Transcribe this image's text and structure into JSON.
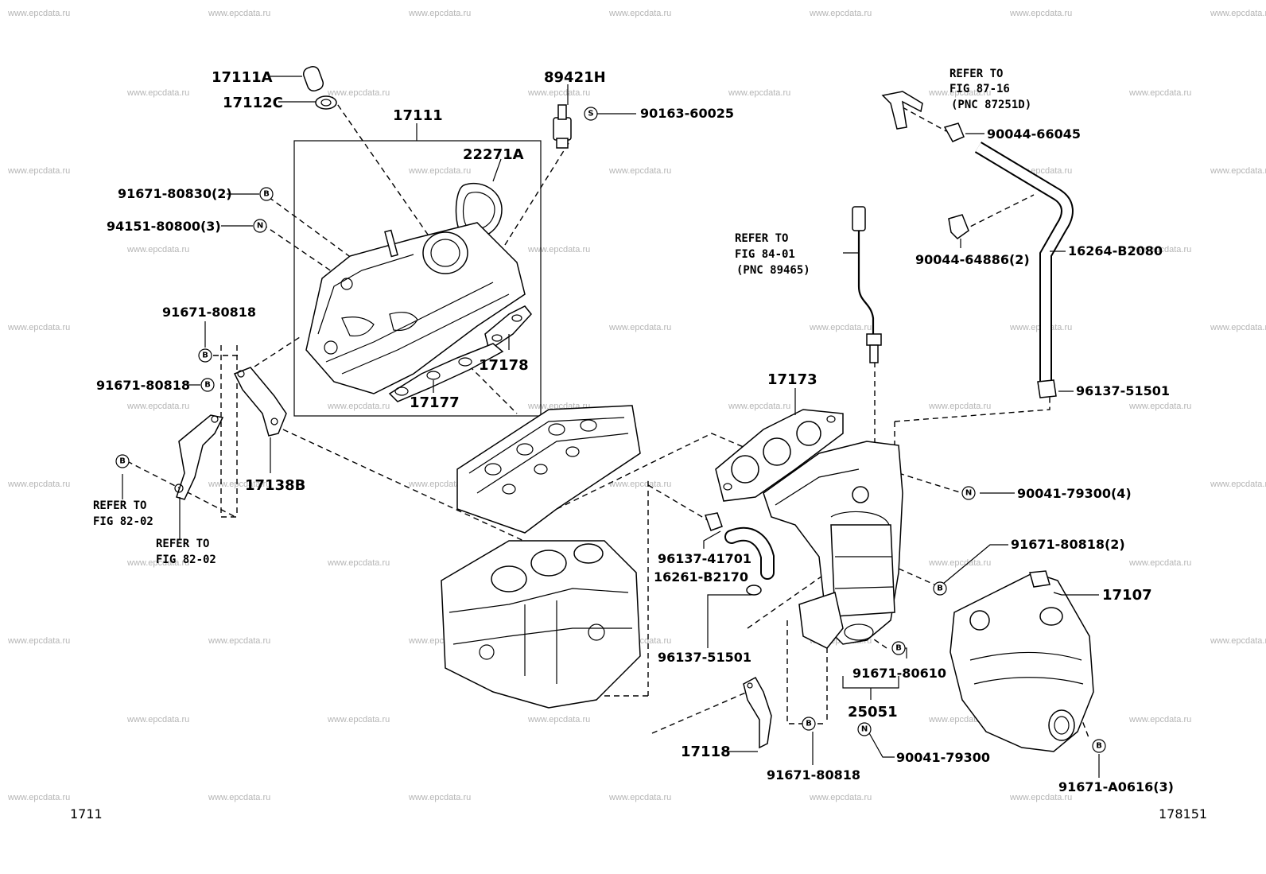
{
  "watermark": "www.epcdata.ru",
  "footer": {
    "left_code": "1711",
    "right_code": "178151"
  },
  "labels": {
    "p17111A": "17111A",
    "p17112C": "17112C",
    "p17111": "17111",
    "p22271A": "22271A",
    "p89421H": "89421H",
    "p90163": "90163-60025",
    "p91671_80830": "91671-80830(2)",
    "p94151": "94151-80800(3)",
    "p91671_80818_a": "91671-80818",
    "p91671_80818_b": "91671-80818",
    "p17178": "17178",
    "p17177": "17177",
    "p17138B": "17138B",
    "p17173": "17173",
    "p90044_66045": "90044-66045",
    "p90044_64886": "90044-64886(2)",
    "p16264": "16264-B2080",
    "p96137_51501_a": "96137-51501",
    "p90041_79300_4": "90041-79300(4)",
    "p91671_80818_2": "91671-80818(2)",
    "p17107": "17107",
    "p96137_41701": "96137-41701",
    "p16261": "16261-B2170",
    "p96137_51501_b": "96137-51501",
    "p91671_80610": "91671-80610",
    "p25051": "25051",
    "p17118": "17118",
    "p91671_80818_c": "91671-80818",
    "p90041_79300": "90041-79300",
    "p91671_A0616": "91671-A0616(3)"
  },
  "notes": {
    "fig8716_l1": "REFER TO",
    "fig8716_l2": "FIG 87-16",
    "fig8716_l3": "(PNC 87251D)",
    "fig8401_l1": "REFER TO",
    "fig8401_l2": "FIG 84-01",
    "fig8401_l3": "(PNC 89465)",
    "fig8202a_l1": "REFER TO",
    "fig8202a_l2": "FIG 82-02",
    "fig8202b_l1": "REFER TO",
    "fig8202b_l2": "FIG 82-02"
  },
  "markers": {
    "B": "B",
    "N": "N",
    "S": "S"
  }
}
